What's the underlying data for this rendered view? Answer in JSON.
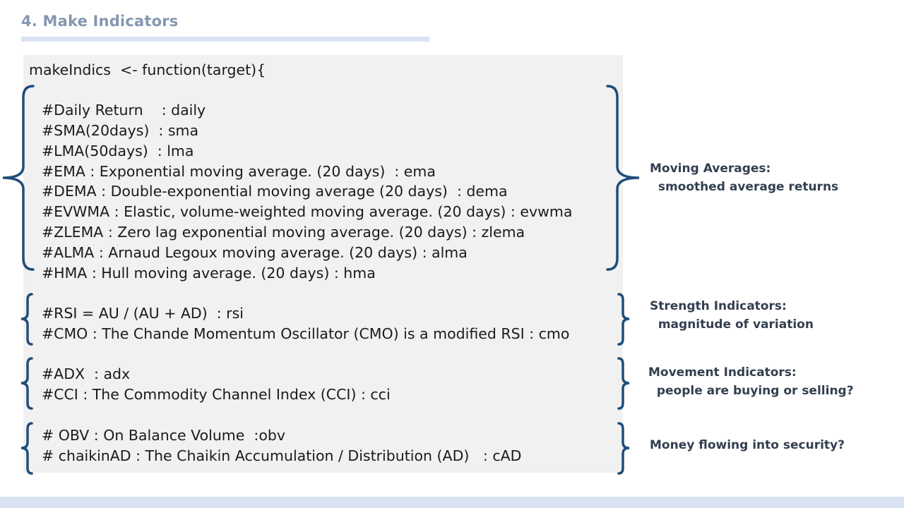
{
  "slide": {
    "title": "4. Make Indicators"
  },
  "code": {
    "header": "makeIndics  <- function(target){",
    "moving_averages": [
      "#Daily Return    : daily",
      "#SMA(20days)  : sma",
      "#LMA(50days)  : lma",
      "#EMA : Exponential moving average. (20 days)  : ema",
      "#DEMA : Double-exponential moving average (20 days)  : dema",
      "#EVWMA : Elastic, volume-weighted moving average. (20 days) : evwma",
      "#ZLEMA : Zero lag exponential moving average. (20 days) : zlema",
      "#ALMA : Arnaud Legoux moving average. (20 days) : alma",
      "#HMA : Hull moving average. (20 days) : hma"
    ],
    "strength": [
      "#RSI = AU / (AU + AD)  : rsi",
      "#CMO : The Chande Momentum Oscillator (CMO) is a modified RSI : cmo"
    ],
    "movement": [
      "#ADX  : adx",
      "#CCI : The Commodity Channel Index (CCI) : cci"
    ],
    "money": [
      "# OBV : On Balance Volume  :obv",
      "# chaikinAD : The Chaikin Accumulation / Distribution (AD)   : cAD"
    ]
  },
  "annotations": {
    "moving_averages": {
      "line1": "Moving Averages:",
      "line2": "  smoothed average returns"
    },
    "strength": {
      "line1": "Strength Indicators:",
      "line2": "  magnitude of variation"
    },
    "movement": {
      "line1": "Movement Indicators:",
      "line2": "  people are buying or selling?"
    },
    "money": {
      "line1": "Money flowing into security?"
    }
  },
  "colors": {
    "title": "#8497b0",
    "accent_bar": "#dae3f3",
    "code_background": "#f1f1f1",
    "brace": "#1f4e79",
    "annotation_text": "#333f50"
  }
}
